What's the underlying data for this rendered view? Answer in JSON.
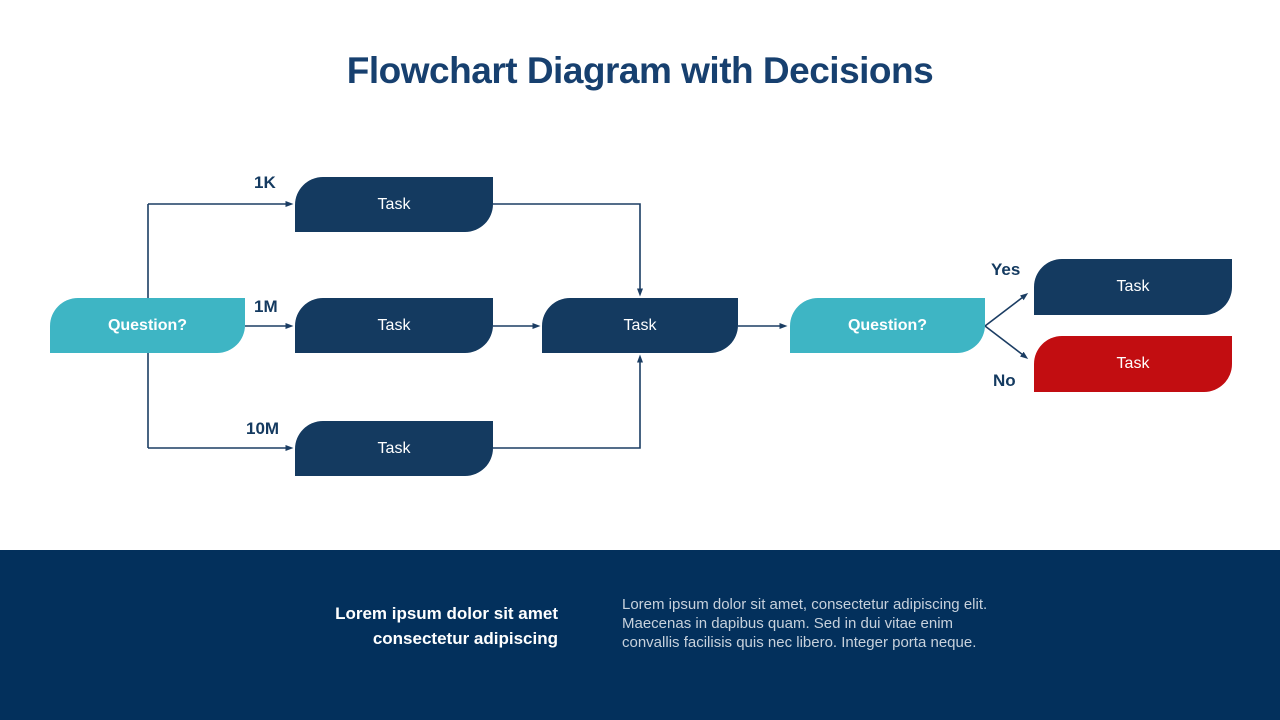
{
  "slide": {
    "title": "Flowchart Diagram with Decisions"
  },
  "flowchart": {
    "question_start": "Question?",
    "question_decision": "Question?",
    "task_1k": "Task",
    "task_1m": "Task",
    "task_10m": "Task",
    "task_merge": "Task",
    "task_yes": "Task",
    "task_no": "Task",
    "branch_labels": {
      "top": "1K",
      "middle": "1M",
      "bottom": "10M"
    },
    "decision_labels": {
      "yes": "Yes",
      "no": "No"
    }
  },
  "footer": {
    "heading_lines": [
      "Lorem ipsum dolor sit amet",
      "consectetur adipiscing"
    ],
    "body_lines": [
      "Lorem ipsum dolor sit amet, consectetur adipiscing elit.",
      "Maecenas in dapibus quam. Sed in dui vitae enim",
      "convallis facilisis quis nec libero. Integer porta neque."
    ]
  },
  "colors": {
    "title": "#17406f",
    "navy": "#143a60",
    "teal": "#3eb5c4",
    "red": "#c20d11",
    "line": "#1b3d63",
    "label": "#143a60",
    "footer_bg": "#03305c",
    "footer_heading": "#ffffff",
    "footer_body": "#c7d1dc",
    "background": "#ffffff",
    "node_text": "#ffffff"
  }
}
